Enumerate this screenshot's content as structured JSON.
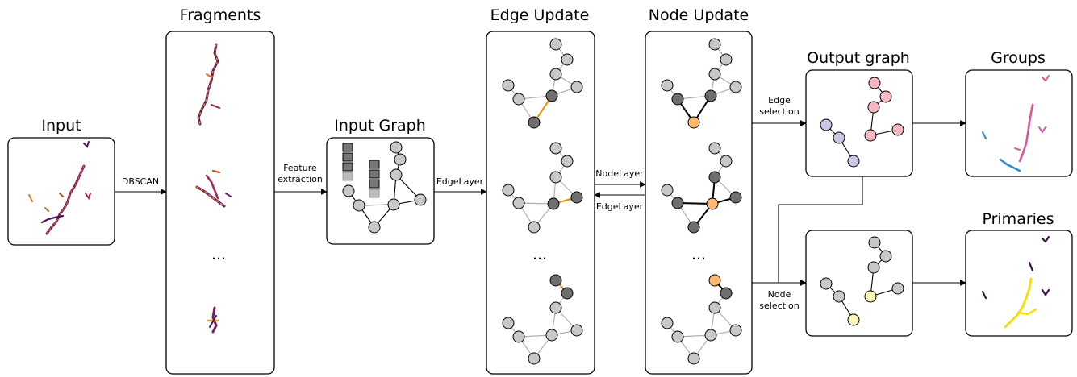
{
  "panels": {
    "input": "Input",
    "fragments": "Fragments",
    "input_graph": "Input Graph",
    "edge_update": "Edge Update",
    "node_update": "Node Update",
    "output_graph": "Output graph",
    "groups": "Groups",
    "primaries": "Primaries"
  },
  "arrows": {
    "dbscan": "DBSCAN",
    "feature_1": "Feature",
    "feature_2": "extraction",
    "edgelayer_in": "EdgeLayer",
    "nodelayer": "NodeLayer",
    "edgelayer_back": "EdgeLayer",
    "edge_sel_1": "Edge",
    "edge_sel_2": "selection",
    "node_sel_1": "Node",
    "node_sel_2": "selection"
  },
  "ellipsis": {
    "fragments": "...",
    "edge_update": "...",
    "node_update": "...",
    "feature_stack": "..."
  },
  "colors": {
    "node_gray": "#c8c8c8",
    "node_dark": "#6e6e6e",
    "node_orange": "#ffb870",
    "edge_orange": "#f08c00",
    "group_purple": "#c8c8e6",
    "group_pink": "#f6b8c0",
    "primary_yellow": "#fff6b8",
    "track_blue": "#2b8ad8",
    "track_magenta": "#d8589a",
    "track_darkpurple": "#3a0f4a",
    "track_yellow": "#f4e000"
  }
}
